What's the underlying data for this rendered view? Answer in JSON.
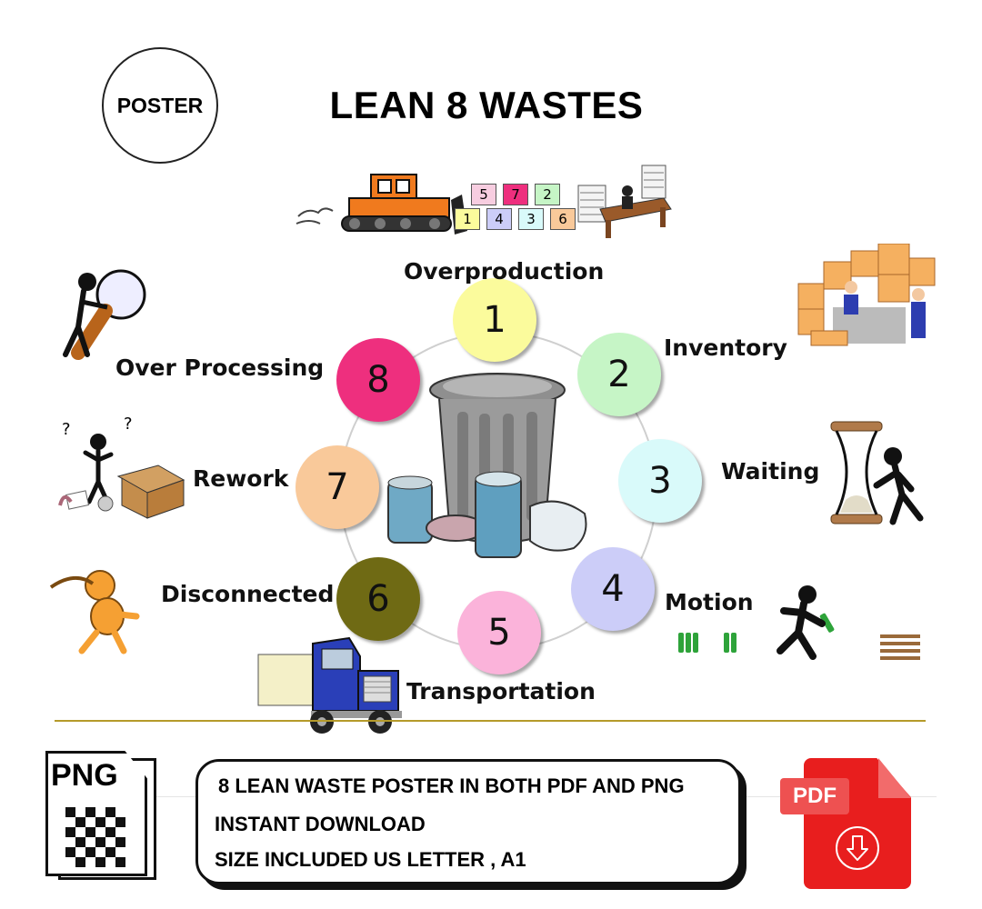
{
  "badge": {
    "label": "POSTER"
  },
  "title": "LEAN 8 WASTES",
  "wastes": [
    {
      "number": "1",
      "label": "Overproduction",
      "color": "#fbfb9c"
    },
    {
      "number": "2",
      "label": "Inventory",
      "color": "#c6f5c6"
    },
    {
      "number": "3",
      "label": "Waiting",
      "color": "#d9fafa"
    },
    {
      "number": "4",
      "label": "Motion",
      "color": "#cccdf8"
    },
    {
      "number": "5",
      "label": "Transportation",
      "color": "#fbb3da"
    },
    {
      "number": "6",
      "label": "Disconnected",
      "color": "#6f6a14"
    },
    {
      "number": "7",
      "label": "Rework",
      "color": "#f9c99a"
    },
    {
      "number": "8",
      "label": "Over Processing",
      "color": "#ee2f7e"
    }
  ],
  "boxes": [
    "5",
    "7",
    "2",
    "1",
    "4",
    "3",
    "6"
  ],
  "info": {
    "line1": "8 LEAN WASTE POSTER IN BOTH PDF AND PNG",
    "line2": "INSTANT DOWNLOAD",
    "line3": "SIZE INCLUDED US LETTER , A1"
  },
  "png_icon": {
    "label": "PNG"
  },
  "pdf_icon": {
    "label": "PDF",
    "color": "#e81e1e"
  }
}
